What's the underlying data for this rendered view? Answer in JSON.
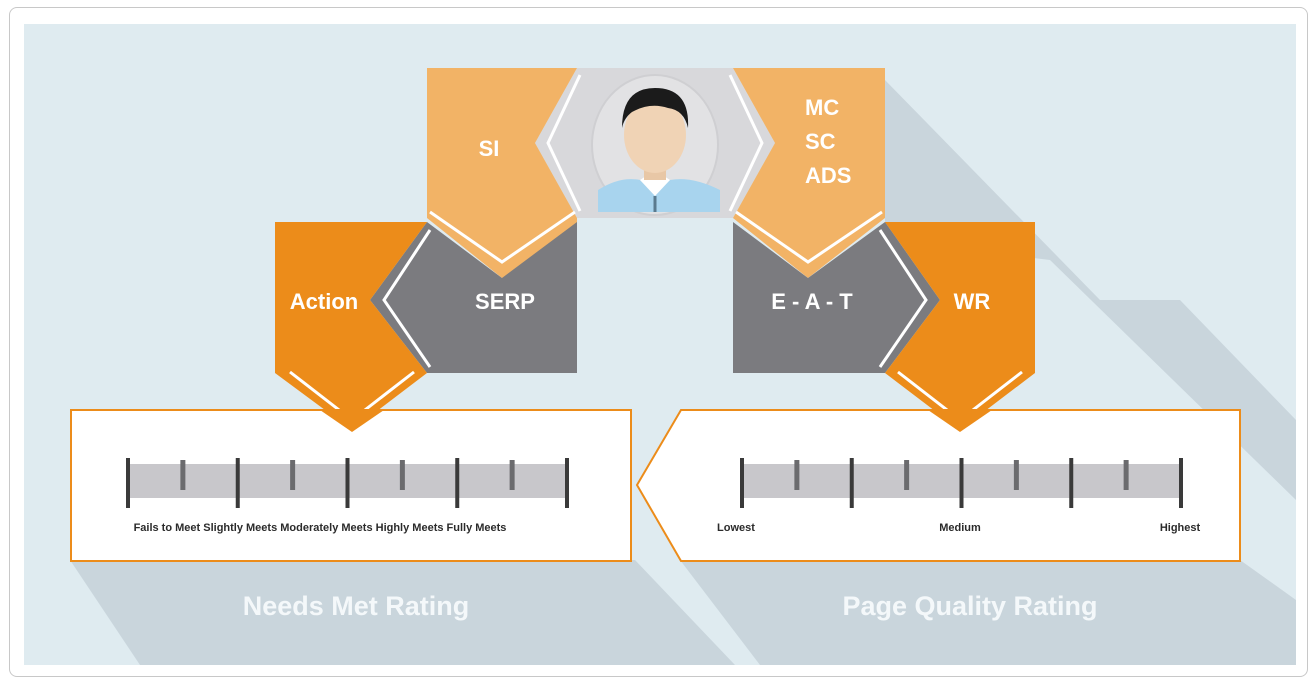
{
  "diagram": {
    "center_labels": {
      "si": "SI",
      "mc_lines": [
        "MC",
        "SC",
        "ADS"
      ],
      "action": "Action",
      "serp": "SERP",
      "eat": "E - A - T",
      "wr": "WR"
    },
    "needs_met": {
      "title": "Needs Met Rating",
      "scale_labels": "Fails to Meet Slightly Meets Moderately Meets Highly Meets Fully Meets"
    },
    "page_quality": {
      "title": "Page Quality Rating",
      "scale_labels": [
        "Lowest",
        "Medium",
        "Highest"
      ]
    },
    "colors": {
      "background": "#dfebf0",
      "shadow": "#c9d5dc",
      "light_orange": "#f2b366",
      "dark_orange": "#ec8c1a",
      "gray": "#7b7b7f",
      "bar": "#c8c7cb",
      "tick": "#3a3a3a",
      "card_border": "#ec8c1a"
    },
    "icons": [
      "user-avatar-icon"
    ]
  }
}
